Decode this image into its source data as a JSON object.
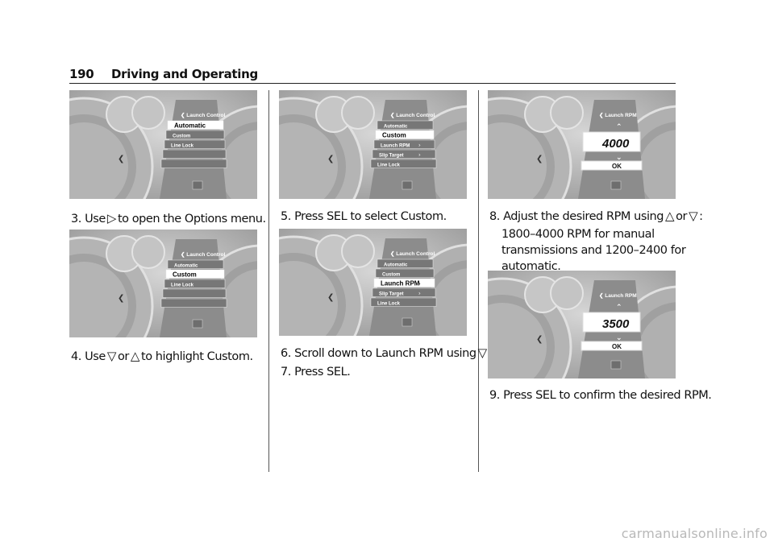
{
  "header": {
    "page_number": "190",
    "section_title": "Driving and Operating"
  },
  "screens": [
    {
      "menu_title": "Launch Control",
      "rows": [
        "Automatic",
        "Custom",
        "Line Lock",
        "",
        ""
      ],
      "selected": 0
    },
    {
      "menu_title": "Launch Control",
      "rows": [
        "Automatic",
        "Custom",
        "Line Lock",
        "",
        ""
      ],
      "selected": 1
    },
    {
      "menu_title": "Launch Control",
      "rows": [
        "Automatic",
        "Custom",
        "Launch RPM",
        "Slip Target",
        "Line Lock"
      ],
      "selected": 1,
      "arrows": [
        2,
        3
      ]
    },
    {
      "menu_title": "Launch Control",
      "rows": [
        "Automatic",
        "Custom",
        "Launch RPM",
        "Slip Target",
        "Line Lock"
      ],
      "selected": 2,
      "arrows": [
        2,
        3
      ]
    },
    {
      "menu_title": "Launch RPM",
      "value": "4000",
      "ok": "OK"
    },
    {
      "menu_title": "Launch RPM",
      "value": "3500",
      "ok": "OK"
    }
  ],
  "steps": {
    "s3_a": "3. Use",
    "s3_glyph": "▷",
    "s3_b": "to open the Options menu.",
    "s4_a": "4. Use",
    "s4_glyph1": "▽",
    "s4_or": "or",
    "s4_glyph2": "△",
    "s4_b": "to highlight Custom.",
    "s5": "5. Press SEL to select Custom.",
    "s6_a": "6. Scroll down to Launch RPM using",
    "s6_glyph": "▽",
    "s6_end": ".",
    "s7": "7. Press SEL.",
    "s8_a": "8. Adjust the desired RPM using",
    "s8_glyph1": "△",
    "s8_or": "or",
    "s8_glyph2": "▽",
    "s8_end": ":",
    "s8_note_1": "1800–4000 RPM for manual",
    "s8_note_2": "transmissions and 1200–2400 for",
    "s8_note_3": "automatic.",
    "s9": "9. Press SEL to confirm the desired RPM."
  },
  "watermark": "carmanualsonline.info",
  "colors": {
    "screen_bg": "#bdbdbd",
    "panel": "#8f8f8f",
    "highlight": "#ffffff",
    "text": "#111111"
  }
}
